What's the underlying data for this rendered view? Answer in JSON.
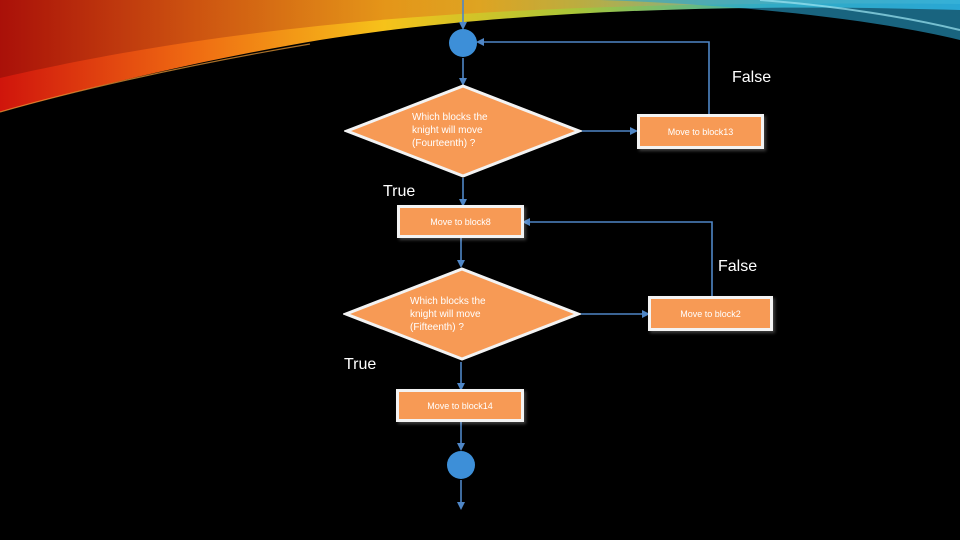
{
  "flowchart": {
    "decision_1": {
      "line1": "Which blocks the",
      "line2": "knight will move",
      "line3": "(Fourteenth) ?"
    },
    "decision_2": {
      "line1": "Which blocks the",
      "line2": "knight will move",
      "line3": "(Fifteenth) ?"
    },
    "process_move_13": "Move to block13",
    "process_move_8": "Move to block8",
    "process_move_2": "Move to block2",
    "process_move_14": "Move to block14",
    "label_false_1": "False",
    "label_true_1": "True",
    "label_false_2": "False",
    "label_true_2": "True"
  },
  "colors": {
    "node_fill": "#f79a55",
    "node_border": "#f3f3f3",
    "connector": "#4f86c6",
    "terminal": "#3d8fd8"
  }
}
